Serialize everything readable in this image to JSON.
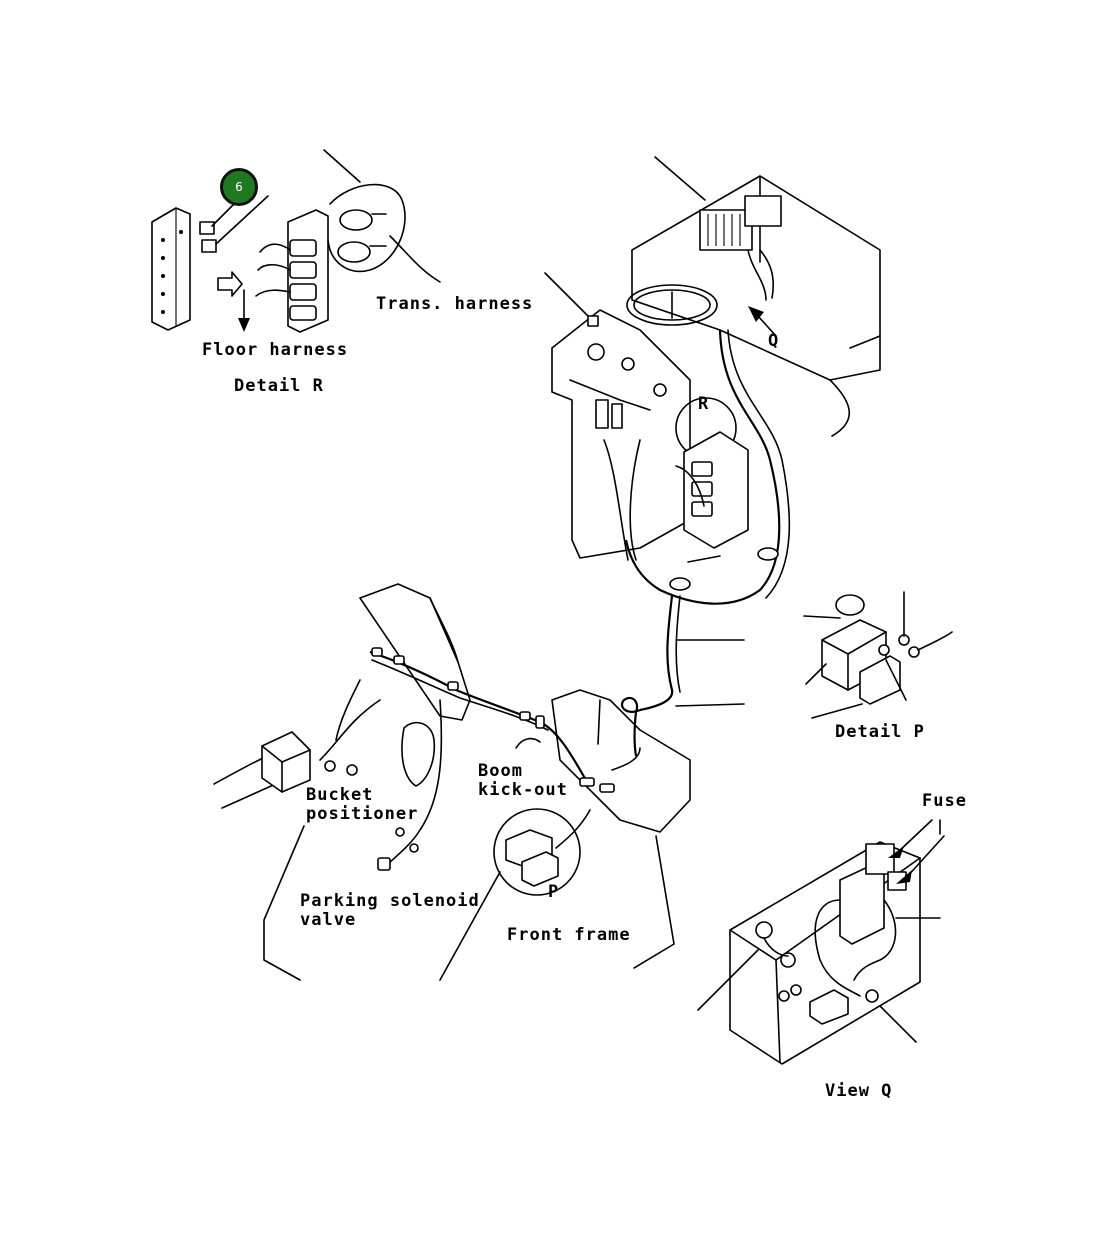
{
  "labels": {
    "floor_harness": "Floor harness",
    "detail_r": "Detail R",
    "trans_harness": "Trans. harness",
    "q_callout": "Q",
    "r_callout": "R",
    "p_callout": "P",
    "detail_p": "Detail P",
    "boom_kickout": "Boom\nkick-out",
    "bucket_positioner": "Bucket\npositioner",
    "parking_solenoid_valve": "Parking solenoid\nvalve",
    "front_frame": "Front frame",
    "fuse": "Fuse",
    "view_q": "View Q"
  },
  "callout_marker": {
    "number": "6",
    "color": "#1f7a1f"
  }
}
